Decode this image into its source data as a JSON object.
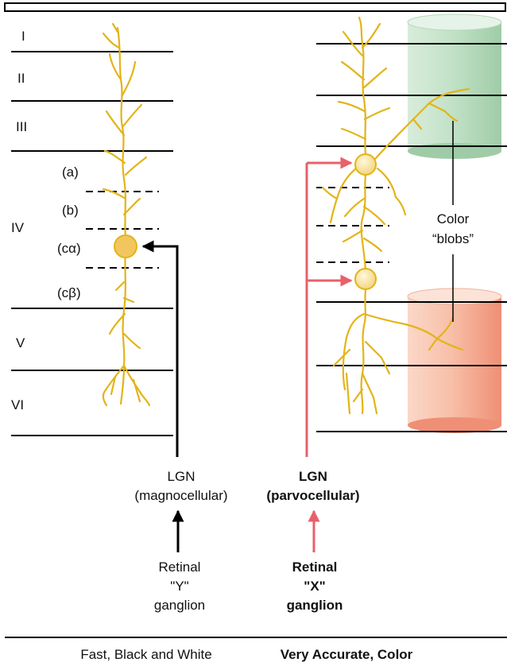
{
  "layers": {
    "I": "I",
    "II": "II",
    "III": "III",
    "IV": "IV",
    "V": "V",
    "VI": "VI",
    "sub_a": "(a)",
    "sub_b": "(b)",
    "sub_calpha": "(cα)",
    "sub_cbeta": "(cβ)"
  },
  "blobs": {
    "line1": "Color",
    "line2": "“blobs”"
  },
  "left_path": {
    "lgn_line1": "LGN",
    "lgn_line2": "(magnocellular)",
    "retina_line1": "Retinal",
    "retina_line2": "\"Y\"",
    "retina_line3": "ganglion",
    "caption": "Fast, Black and White"
  },
  "right_path": {
    "lgn_line1": "LGN",
    "lgn_line2": "(parvocellular)",
    "retina_line1": "Retinal",
    "retina_line2": "\"X\"",
    "retina_line3": "ganglion",
    "caption": "Very Accurate, Color"
  },
  "colors": {
    "neuron": "#E3B417",
    "soma_fill": "#F2C65E",
    "soma_fill_right": "#F6E3A8",
    "parvo_arrow": "#E8606A",
    "magno_arrow": "#000000",
    "blob_green": "#BFE0C4",
    "blob_red": "#F7B9A2"
  }
}
